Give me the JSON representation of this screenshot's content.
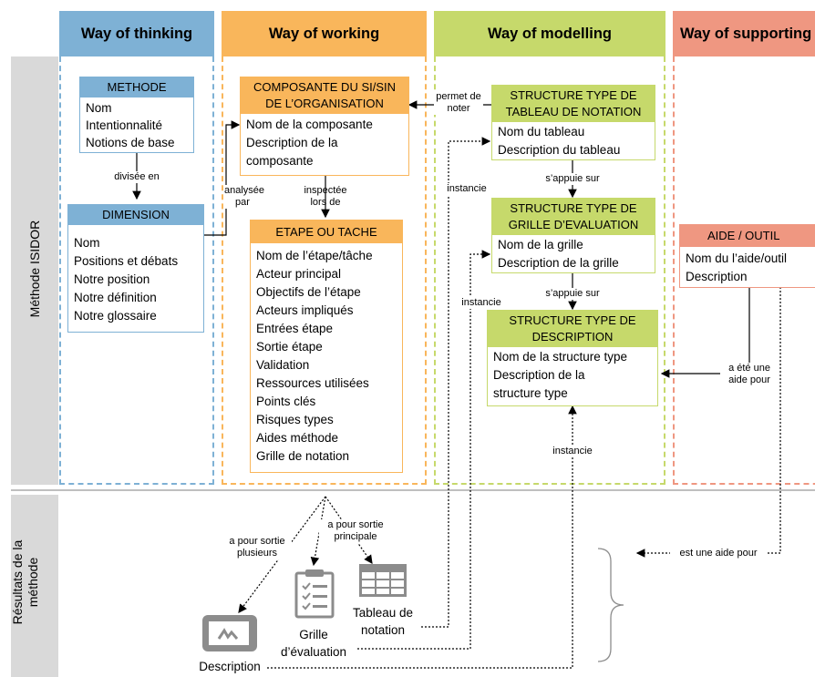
{
  "columns": [
    {
      "title": "Way of thinking",
      "color": "#7eb1d5"
    },
    {
      "title": "Way of working",
      "color": "#f9b65b"
    },
    {
      "title": "Way of modelling",
      "color": "#c6d96b"
    },
    {
      "title": "Way of supporting",
      "color": "#ef9781"
    }
  ],
  "side_labels": {
    "top": "Méthode ISIDOR",
    "bottom": "Résultats de la méthode"
  },
  "boxes": {
    "methode": {
      "title": "METHODE",
      "fields": [
        "Nom",
        "Intentionnalité",
        "Notions de base"
      ]
    },
    "dimension": {
      "title": "DIMENSION",
      "fields": [
        "Nom",
        "Positions et débats",
        "Notre position",
        "Notre définition",
        "Notre glossaire"
      ]
    },
    "composante": {
      "title": "COMPOSANTE DU SI/SIN DE L’ORGANISATION",
      "fields": [
        "Nom de la composante",
        "Description de la",
        "composante"
      ]
    },
    "etape": {
      "title": "ETAPE OU TACHE",
      "fields": [
        "Nom de l’étape/tâche",
        "Acteur principal",
        "Objectifs de l’étape",
        "Acteurs impliqués",
        "Entrées étape",
        "Sortie étape",
        "Validation",
        "Ressources utilisées",
        "Points clés",
        "Risques types",
        "Aides méthode",
        "Grille de notation"
      ]
    },
    "tableau": {
      "title": "STRUCTURE TYPE DE TABLEAU DE NOTATION",
      "fields": [
        "Nom du tableau",
        "Description du tableau"
      ]
    },
    "grille": {
      "title": "STRUCTURE TYPE DE GRILLE D’EVALUATION",
      "fields": [
        "Nom de la grille",
        "Description de la grille"
      ]
    },
    "description": {
      "title": "STRUCTURE TYPE DE DESCRIPTION",
      "fields": [
        "Nom de la structure type",
        "Description de la",
        "structure type"
      ]
    },
    "aide": {
      "title": "AIDE / OUTIL",
      "fields": [
        "Nom du l’aide/outil",
        "Description"
      ]
    }
  },
  "relations": {
    "divisee_en": "divisée en",
    "analysee_par": "analysée par",
    "inspectee_lors_de": "inspectée lors de",
    "permet_de_noter": "permet de noter",
    "sappuie_sur_1": "s’appuie sur",
    "sappuie_sur_2": "s’appuie sur",
    "instancie_1": "instancie",
    "instancie_2": "instancie",
    "instancie_3": "instancie",
    "a_ete_une_aide_pour": "a été une aide pour",
    "est_une_aide_pour": "est une aide pour",
    "a_pour_sortie_plusieurs": "a pour sortie plusieurs",
    "a_pour_sortie_principale": "a pour sortie principale"
  },
  "outputs": {
    "description": "Description",
    "grille": "Grille d’évaluation",
    "tableau": "Tableau de notation"
  },
  "colors": {
    "blue": "#7eb1d5",
    "orange": "#f9b65b",
    "green": "#c6d96b",
    "salmon": "#ef9781",
    "sidebar": "#d9d9d9",
    "icon_gray": "#8c8c8c"
  }
}
